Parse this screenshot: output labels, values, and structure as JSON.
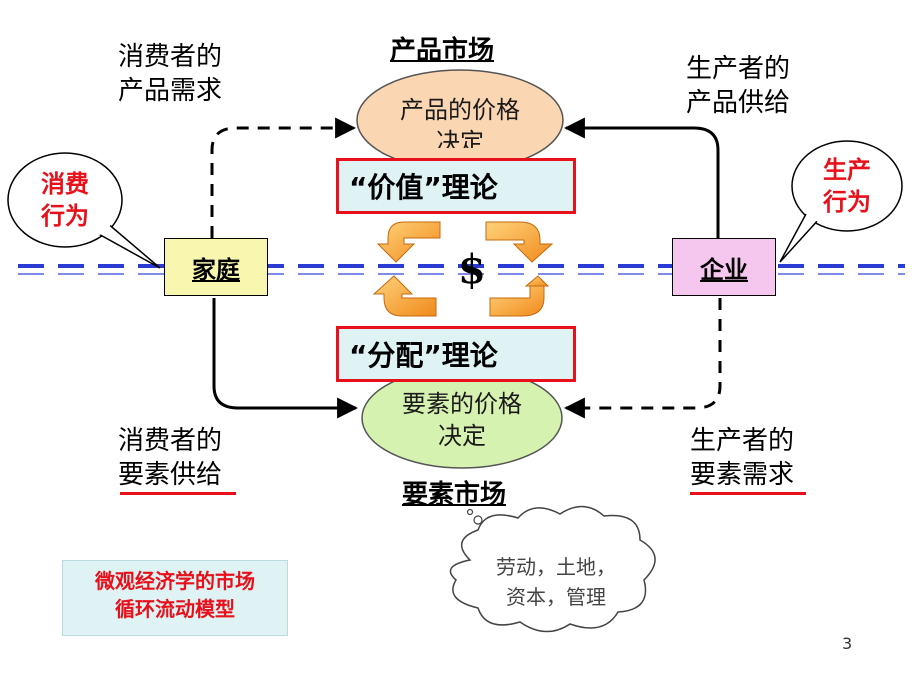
{
  "labels": {
    "consumer_product_demand": [
      "消费者的",
      "产品需求"
    ],
    "producer_product_supply": [
      "生产者的",
      "产品供给"
    ],
    "consumer_factor_supply": [
      "消费者的",
      "要素供给"
    ],
    "producer_factor_demand": [
      "生产者的",
      "要素需求"
    ]
  },
  "markets": {
    "product_market_title": "产品市场",
    "product_price": [
      "产品的价格",
      "决定"
    ],
    "factor_market_title": "要素市场",
    "factor_price": [
      "要素的价格",
      "决定"
    ]
  },
  "theories": {
    "value": "“价值”理论",
    "distribution": "“分配”理论"
  },
  "nodes": {
    "household": "家庭",
    "firm": "企业",
    "dollar": "$"
  },
  "callouts": {
    "consumption": [
      "消费",
      "行为"
    ],
    "production": [
      "生产",
      "行为"
    ]
  },
  "factors_cloud": [
    "劳动，土地，",
    "资本，管理"
  ],
  "caption": [
    "微观经济学的市场",
    "循环流动模型"
  ],
  "page_number": "3",
  "colors": {
    "accent_red": "#e8101a",
    "ellipse_orange": "#fbd6b3",
    "ellipse_green": "#d6f2b0",
    "household_fill": "#f9f6b0",
    "firm_fill": "#f5c7ef",
    "box_fill": "#dff2f4",
    "dash_blue": "#2b3bd6",
    "arrow_orange": "#f59a2a"
  }
}
